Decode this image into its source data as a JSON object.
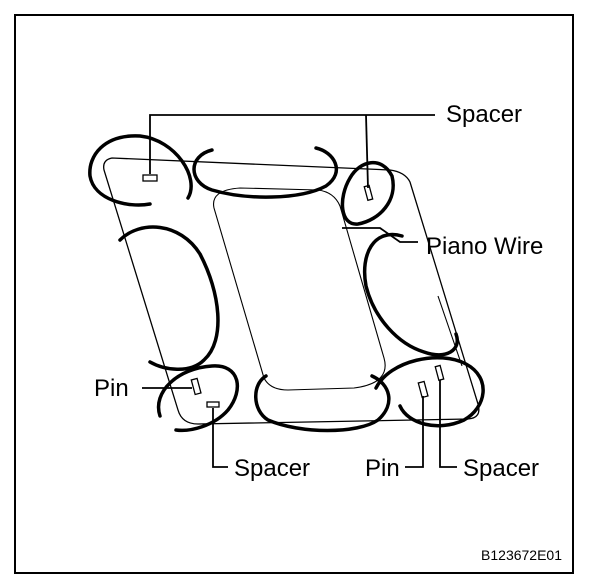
{
  "labels": {
    "spacer_top": "Spacer",
    "piano_wire": "Piano Wire",
    "pin_left": "Pin",
    "spacer_bottom_left": "Spacer",
    "pin_right": "Pin",
    "spacer_bottom_right": "Spacer"
  },
  "figure_code": "B123672E01",
  "colors": {
    "line": "#000000",
    "background": "#ffffff"
  }
}
